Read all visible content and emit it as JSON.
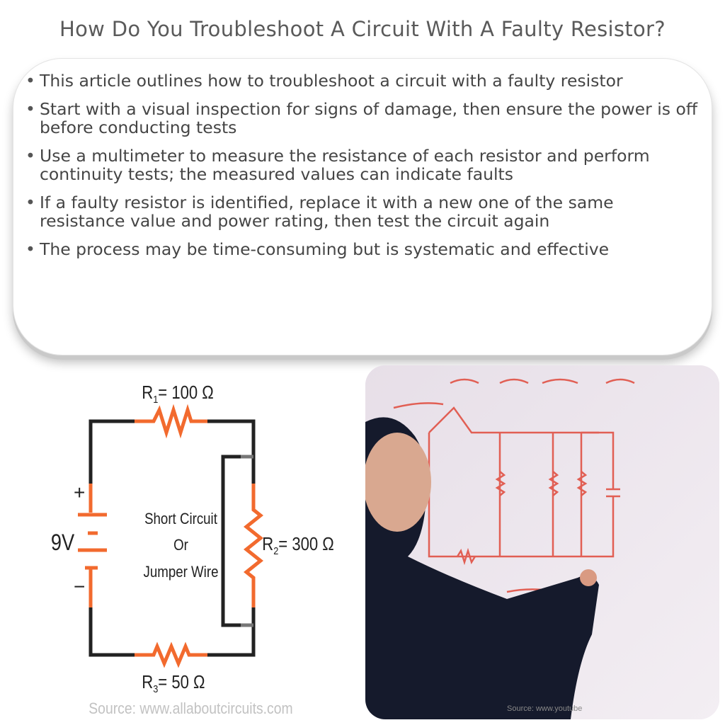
{
  "title": "How Do You Troubleshoot A Circuit With A Faulty Resistor?",
  "bullets": [
    "This article outlines how to troubleshoot a circuit with a faulty resistor",
    "Start with a visual inspection for signs of damage, then ensure the power is off before conducting tests",
    "Use a multimeter to measure the resistance of each resistor and perform continuity tests; the measured values can indicate faults",
    "If a faulty resistor is identified, replace it with a new one of the same resistance value and power rating, then test the circuit again",
    "The process may be time-consuming but is systematic and effective"
  ],
  "circuit": {
    "r1": "R",
    "r1_sub": "1",
    "r1_value": "= 100 Ω",
    "r2": "R",
    "r2_sub": "2",
    "r2_value": "= 300 Ω",
    "r3": "R",
    "r3_sub": "3",
    "r3_value": "= 50 Ω",
    "battery": "9V",
    "plus": "+",
    "minus": "−",
    "center_line1": "Short Circuit",
    "center_line2": "Or",
    "center_line3": "Jumper Wire",
    "source": "Source: www.allaboutcircuits.com",
    "wire_color": "#222222",
    "accent_color": "#f26a2e"
  },
  "photo": {
    "source": "Source: www.youtube"
  }
}
